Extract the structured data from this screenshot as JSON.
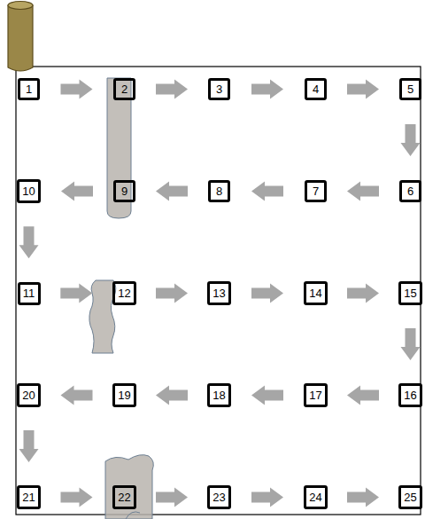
{
  "diagram": {
    "nodes": [
      {
        "text": [
          "1"
        ]
      },
      {
        "text": [
          "2"
        ]
      },
      {
        "text": [
          "3"
        ]
      },
      {
        "text": [
          "4"
        ]
      },
      {
        "text": [
          "5"
        ]
      },
      {
        "text": [
          "6"
        ]
      },
      {
        "text": [
          "7"
        ]
      },
      {
        "text": [
          "8"
        ]
      },
      {
        "text": [
          "9"
        ]
      },
      {
        "text": [
          "10"
        ]
      },
      {
        "text": [
          "11"
        ]
      },
      {
        "text": [
          "12"
        ]
      },
      {
        "text": [
          "13"
        ]
      },
      {
        "text": [
          "14"
        ]
      },
      {
        "text": [
          "15"
        ]
      },
      {
        "text": [
          "16"
        ]
      },
      {
        "text": [
          "17"
        ]
      },
      {
        "text": [
          "18"
        ]
      },
      {
        "text": [
          "19"
        ]
      },
      {
        "text": [
          "20"
        ]
      },
      {
        "text": [
          "21"
        ]
      },
      {
        "text": [
          "22"
        ]
      },
      {
        "text": [
          "23"
        ]
      },
      {
        "text": [
          "24"
        ]
      },
      {
        "text": [
          "25"
        ]
      }
    ],
    "edges": [
      {
        "from": 0,
        "to": 1,
        "arrow": "to"
      },
      {
        "from": 1,
        "to": 2,
        "arrow": "to"
      },
      {
        "from": 2,
        "to": 3,
        "arrow": "to"
      },
      {
        "from": 3,
        "to": 4,
        "arrow": "to"
      },
      {
        "from": 4,
        "to": 5,
        "arrow": "to"
      },
      {
        "from": 5,
        "to": 6,
        "arrow": "to"
      },
      {
        "from": 6,
        "to": 7,
        "arrow": "to"
      },
      {
        "from": 7,
        "to": 8,
        "arrow": "to"
      },
      {
        "from": 8,
        "to": 9,
        "arrow": "to"
      },
      {
        "from": 9,
        "to": 10,
        "arrow": "to"
      },
      {
        "from": 10,
        "to": 11,
        "arrow": "to"
      },
      {
        "from": 11,
        "to": 12,
        "arrow": "to"
      },
      {
        "from": 12,
        "to": 13,
        "arrow": "to"
      },
      {
        "from": 13,
        "to": 14,
        "arrow": "to"
      },
      {
        "from": 14,
        "to": 15,
        "arrow": "to"
      },
      {
        "from": 15,
        "to": 16,
        "arrow": "to"
      },
      {
        "from": 16,
        "to": 17,
        "arrow": "to"
      },
      {
        "from": 17,
        "to": 18,
        "arrow": "to"
      },
      {
        "from": 18,
        "to": 19,
        "arrow": "to"
      },
      {
        "from": 19,
        "to": 20,
        "arrow": "to"
      },
      {
        "from": 20,
        "to": 21,
        "arrow": "to"
      },
      {
        "from": 21,
        "to": 22,
        "arrow": "to"
      },
      {
        "from": 22,
        "to": 23,
        "arrow": "to"
      },
      {
        "from": 23,
        "to": 24,
        "arrow": "to"
      }
    ]
  }
}
